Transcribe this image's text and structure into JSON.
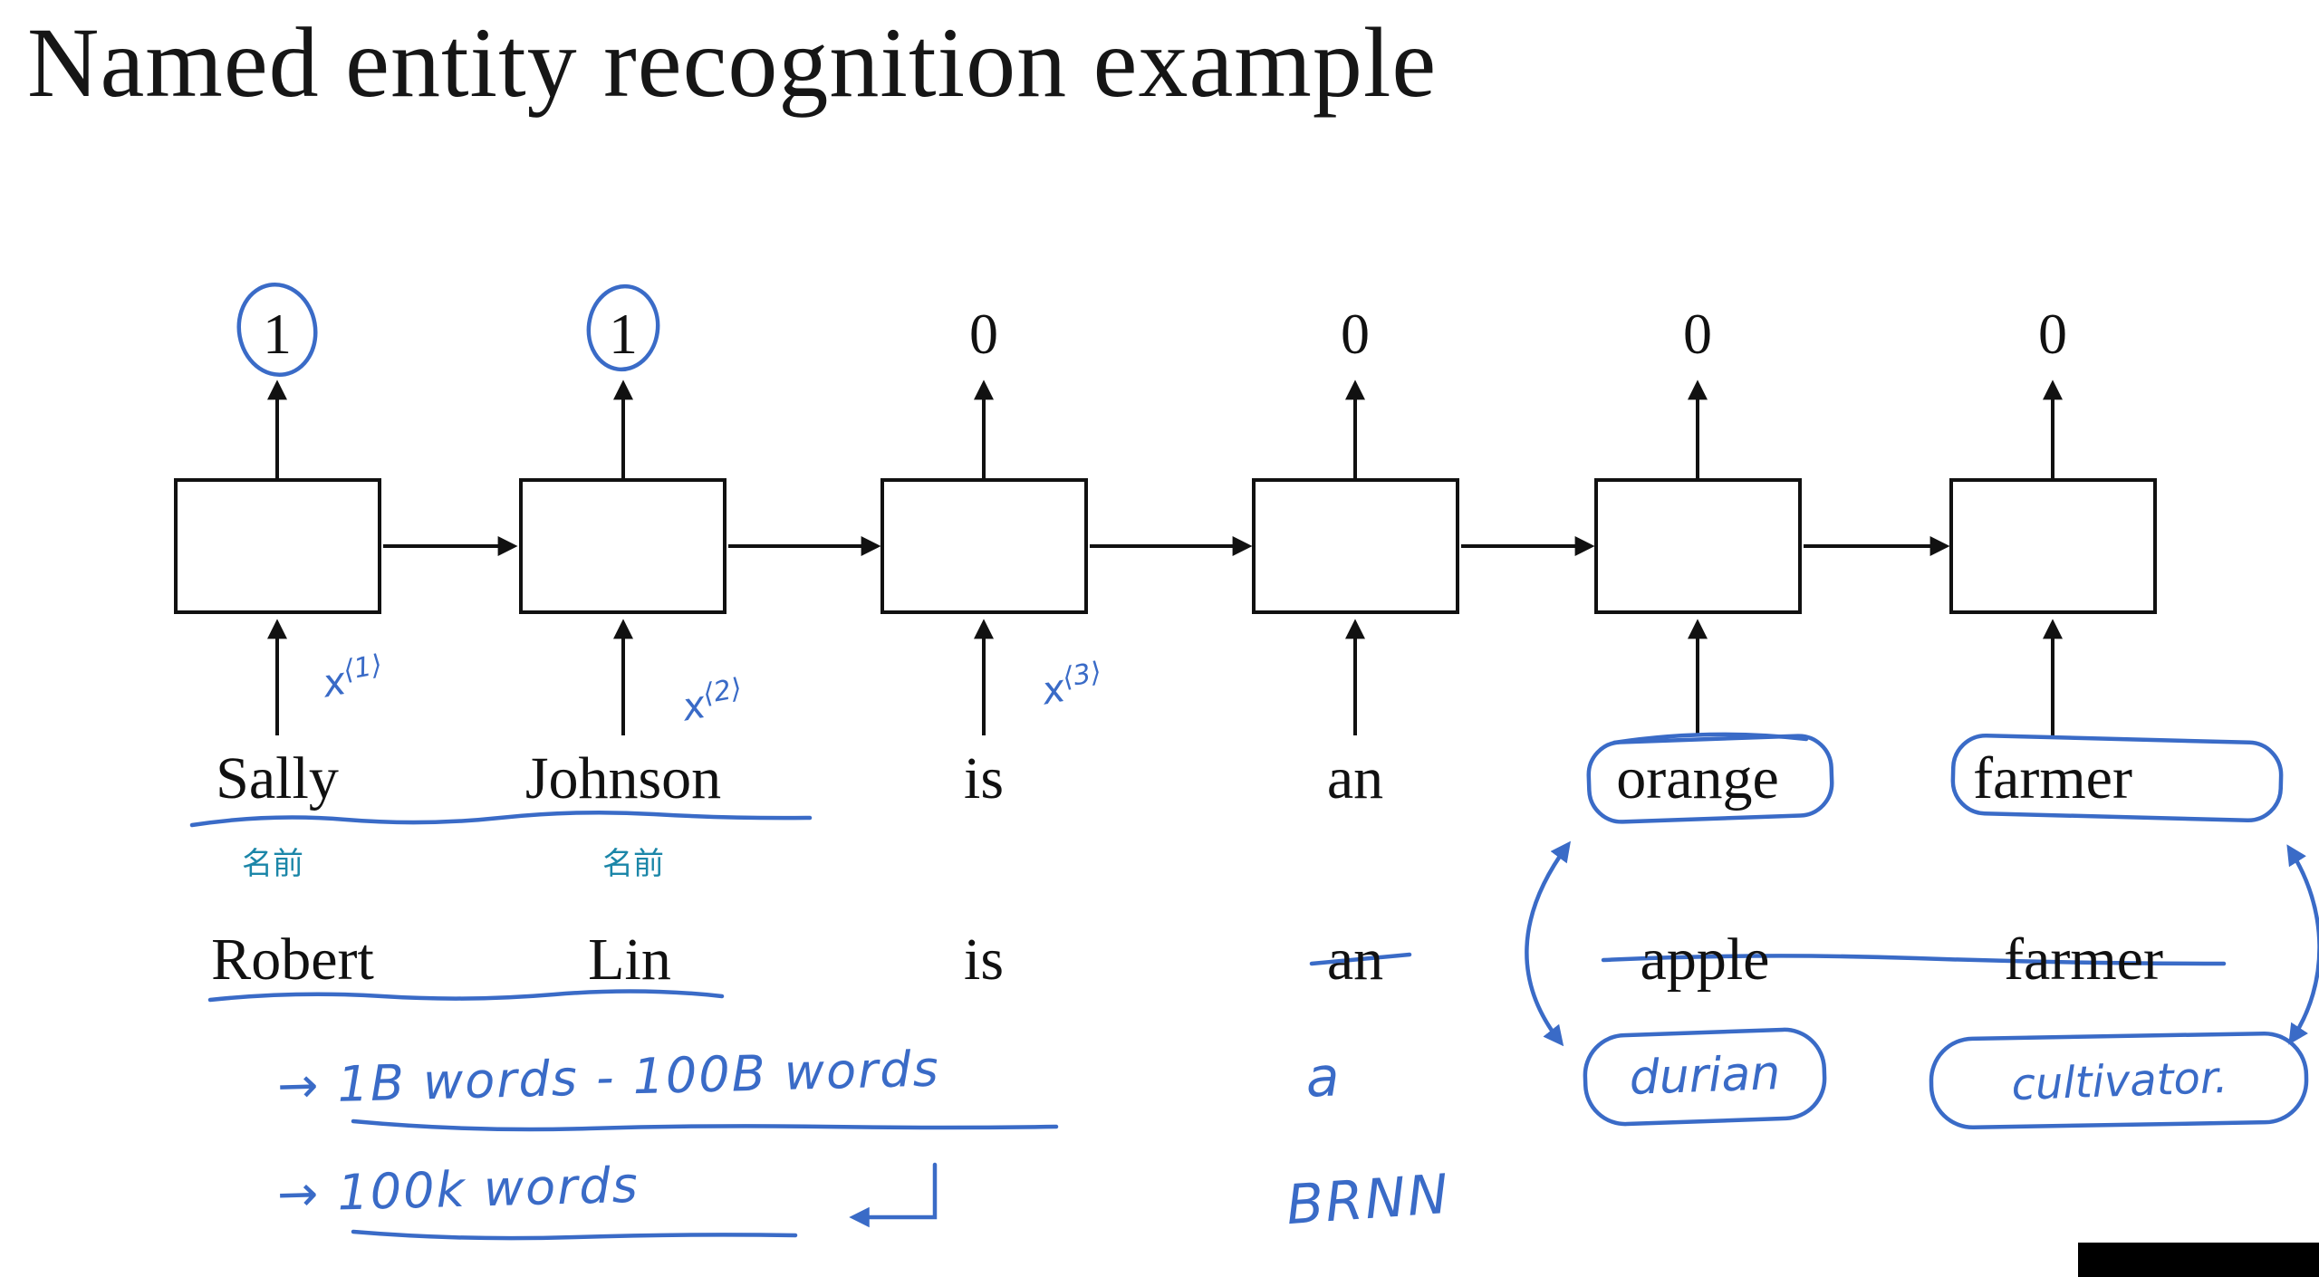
{
  "title": "Named entity recognition example",
  "colors": {
    "annotation_blue": "#3a6bc7",
    "label_teal": "#1b86a8",
    "diagram_ink": "#111111"
  },
  "cells": [
    {
      "output": "1",
      "input": "Sally",
      "output_circled": true,
      "input_boxed": false
    },
    {
      "output": "1",
      "input": "Johnson",
      "output_circled": true,
      "input_boxed": false
    },
    {
      "output": "0",
      "input": "is",
      "output_circled": false,
      "input_boxed": false
    },
    {
      "output": "0",
      "input": "an",
      "output_circled": false,
      "input_boxed": false
    },
    {
      "output": "0",
      "input": "orange",
      "output_circled": false,
      "input_boxed": true
    },
    {
      "output": "0",
      "input": "farmer",
      "output_circled": false,
      "input_boxed": true
    }
  ],
  "x_labels": [
    {
      "base": "x",
      "sup": "⟨1⟩"
    },
    {
      "base": "x",
      "sup": "⟨2⟩"
    },
    {
      "base": "x",
      "sup": "⟨3⟩"
    }
  ],
  "name_labels": [
    "名前",
    "名前"
  ],
  "sentence2": [
    {
      "word": "Robert",
      "struck": false
    },
    {
      "word": "Lin",
      "struck": false
    },
    {
      "word": "is",
      "struck": false
    },
    {
      "word": "an",
      "struck": true
    },
    {
      "word": "apple",
      "struck": true
    },
    {
      "word": "farmer",
      "struck": true
    }
  ],
  "notes": {
    "corpus_large": "→ 1B words - 100B words",
    "corpus_small": "→ 100k words",
    "article_a": "a",
    "durian": "durian",
    "cultivator": "cultivator.",
    "brnn": "BRNN"
  }
}
